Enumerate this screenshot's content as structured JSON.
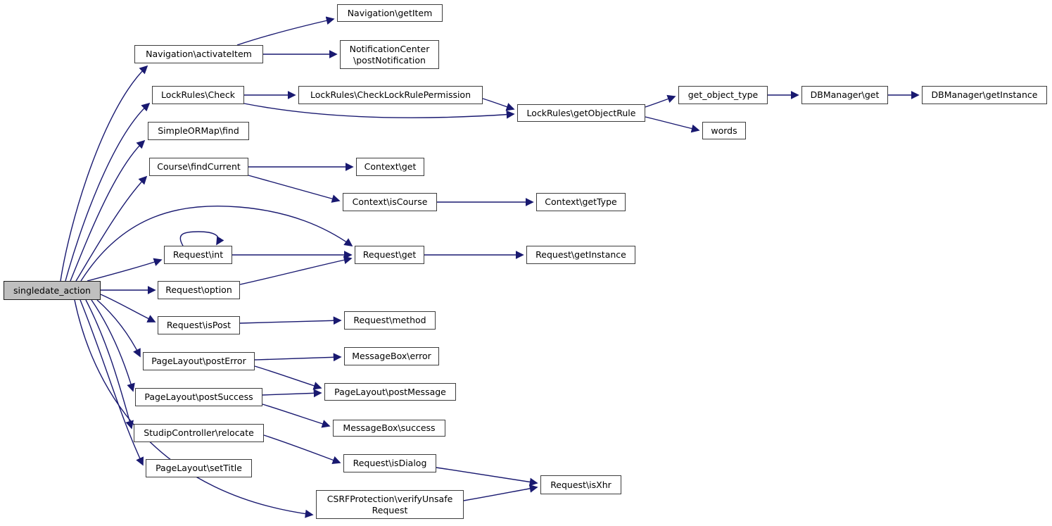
{
  "diagram": {
    "type": "call-graph",
    "root_function": "singledate_action",
    "colors": {
      "edge": "#191970",
      "node_border": "#3d3d3d",
      "node_fill": "#ffffff",
      "root_node_fill": "#bfbfbf",
      "text": "#000000",
      "background": "#ffffff"
    },
    "nodes": [
      {
        "id": "singledate_action",
        "label": "singledate_action"
      },
      {
        "id": "navigation_activateitem",
        "label": "Navigation\\activateItem"
      },
      {
        "id": "navigation_getitem",
        "label": "Navigation\\getItem"
      },
      {
        "id": "notificationcenter_postnotification",
        "label": "NotificationCenter\\postNotification",
        "line1": "NotificationCenter",
        "line2": "\\postNotification"
      },
      {
        "id": "lockrules_check",
        "label": "LockRules\\Check"
      },
      {
        "id": "lockrules_checklockrulepermission",
        "label": "LockRules\\CheckLockRulePermission"
      },
      {
        "id": "lockrules_getobjectrule",
        "label": "LockRules\\getObjectRule"
      },
      {
        "id": "get_object_type",
        "label": "get_object_type"
      },
      {
        "id": "dbmanager_get",
        "label": "DBManager\\get"
      },
      {
        "id": "dbmanager_getinstance",
        "label": "DBManager\\getInstance"
      },
      {
        "id": "words",
        "label": "words"
      },
      {
        "id": "simpleormap_find",
        "label": "SimpleORMap\\find"
      },
      {
        "id": "course_findcurrent",
        "label": "Course\\findCurrent"
      },
      {
        "id": "context_get",
        "label": "Context\\get"
      },
      {
        "id": "context_iscourse",
        "label": "Context\\isCourse"
      },
      {
        "id": "context_gettype",
        "label": "Context\\getType"
      },
      {
        "id": "request_int",
        "label": "Request\\int"
      },
      {
        "id": "request_get",
        "label": "Request\\get"
      },
      {
        "id": "request_getinstance",
        "label": "Request\\getInstance"
      },
      {
        "id": "request_option",
        "label": "Request\\option"
      },
      {
        "id": "request_ispost",
        "label": "Request\\isPost"
      },
      {
        "id": "request_method",
        "label": "Request\\method"
      },
      {
        "id": "pagelayout_posterror",
        "label": "PageLayout\\postError"
      },
      {
        "id": "messagebox_error",
        "label": "MessageBox\\error"
      },
      {
        "id": "pagelayout_postmessage",
        "label": "PageLayout\\postMessage"
      },
      {
        "id": "pagelayout_postsuccess",
        "label": "PageLayout\\postSuccess"
      },
      {
        "id": "messagebox_success",
        "label": "MessageBox\\success"
      },
      {
        "id": "studipcontroller_relocate",
        "label": "StudipController\\relocate"
      },
      {
        "id": "pagelayout_settitle",
        "label": "PageLayout\\setTitle"
      },
      {
        "id": "request_isdialog",
        "label": "Request\\isDialog"
      },
      {
        "id": "request_isxhr",
        "label": "Request\\isXhr"
      },
      {
        "id": "csrfprotection_verifyunsaferequest",
        "label": "CSRFProtection\\verifyUnsafeRequest",
        "line1": "CSRFProtection\\verifyUnsafe",
        "line2": "Request"
      }
    ],
    "edges": [
      {
        "from": "singledate_action",
        "to": "navigation_activateitem"
      },
      {
        "from": "singledate_action",
        "to": "lockrules_check"
      },
      {
        "from": "singledate_action",
        "to": "simpleormap_find"
      },
      {
        "from": "singledate_action",
        "to": "course_findcurrent"
      },
      {
        "from": "singledate_action",
        "to": "request_get"
      },
      {
        "from": "singledate_action",
        "to": "request_int"
      },
      {
        "from": "singledate_action",
        "to": "request_option"
      },
      {
        "from": "singledate_action",
        "to": "request_ispost"
      },
      {
        "from": "singledate_action",
        "to": "pagelayout_posterror"
      },
      {
        "from": "singledate_action",
        "to": "pagelayout_postsuccess"
      },
      {
        "from": "singledate_action",
        "to": "studipcontroller_relocate"
      },
      {
        "from": "singledate_action",
        "to": "pagelayout_settitle"
      },
      {
        "from": "singledate_action",
        "to": "csrfprotection_verifyunsaferequest"
      },
      {
        "from": "navigation_activateitem",
        "to": "navigation_getitem"
      },
      {
        "from": "navigation_activateitem",
        "to": "notificationcenter_postnotification"
      },
      {
        "from": "lockrules_check",
        "to": "lockrules_checklockrulepermission"
      },
      {
        "from": "lockrules_check",
        "to": "lockrules_getobjectrule"
      },
      {
        "from": "lockrules_checklockrulepermission",
        "to": "lockrules_getobjectrule"
      },
      {
        "from": "lockrules_getobjectrule",
        "to": "get_object_type"
      },
      {
        "from": "lockrules_getobjectrule",
        "to": "words"
      },
      {
        "from": "get_object_type",
        "to": "dbmanager_get"
      },
      {
        "from": "dbmanager_get",
        "to": "dbmanager_getinstance"
      },
      {
        "from": "course_findcurrent",
        "to": "context_get"
      },
      {
        "from": "course_findcurrent",
        "to": "context_iscourse"
      },
      {
        "from": "context_iscourse",
        "to": "context_gettype"
      },
      {
        "from": "request_int",
        "to": "request_int"
      },
      {
        "from": "request_int",
        "to": "request_get"
      },
      {
        "from": "request_option",
        "to": "request_get"
      },
      {
        "from": "request_get",
        "to": "request_getinstance"
      },
      {
        "from": "request_ispost",
        "to": "request_method"
      },
      {
        "from": "pagelayout_posterror",
        "to": "messagebox_error"
      },
      {
        "from": "pagelayout_posterror",
        "to": "pagelayout_postmessage"
      },
      {
        "from": "pagelayout_postsuccess",
        "to": "pagelayout_postmessage"
      },
      {
        "from": "pagelayout_postsuccess",
        "to": "messagebox_success"
      },
      {
        "from": "studipcontroller_relocate",
        "to": "request_isdialog"
      },
      {
        "from": "request_isdialog",
        "to": "request_isxhr"
      },
      {
        "from": "csrfprotection_verifyunsaferequest",
        "to": "request_isxhr"
      }
    ]
  }
}
